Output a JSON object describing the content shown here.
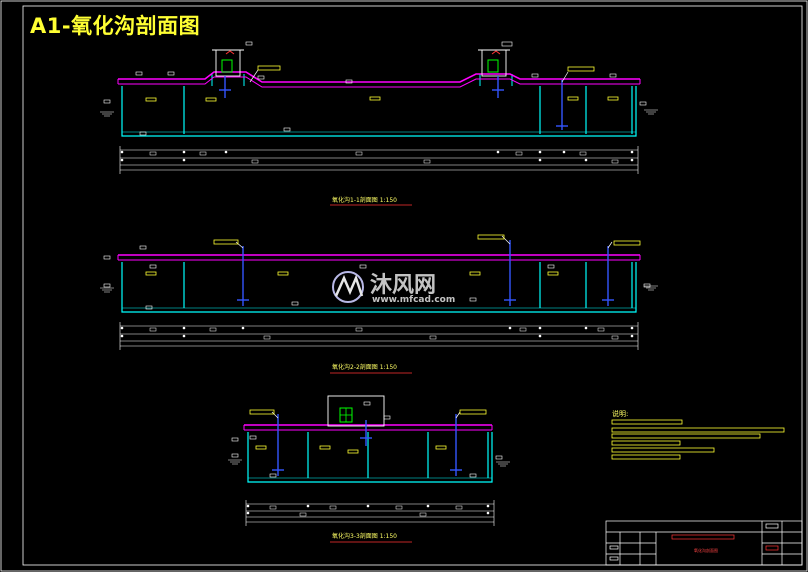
{
  "title": "A1-氧化沟剖面图",
  "sections": [
    {
      "caption": "氧化沟1-1剖面图 1:150"
    },
    {
      "caption": "氧化沟2-2剖面图 1:150"
    },
    {
      "caption": "氧化沟3-3剖面图 1:150"
    }
  ],
  "notes": {
    "heading": "说明:"
  },
  "title_block": {
    "drawing_name": "氧化沟剖面图"
  },
  "watermark": {
    "name": "沐风网",
    "url": "www.mfcad.com"
  },
  "colors": {
    "background": "#000000",
    "structure": "#00ffff",
    "walkway": "#ff00ff",
    "labels": "#ffff33",
    "dimensions": "#ffffff",
    "axis_marks": "#3355ff",
    "title_block_text": "#ff3333"
  }
}
